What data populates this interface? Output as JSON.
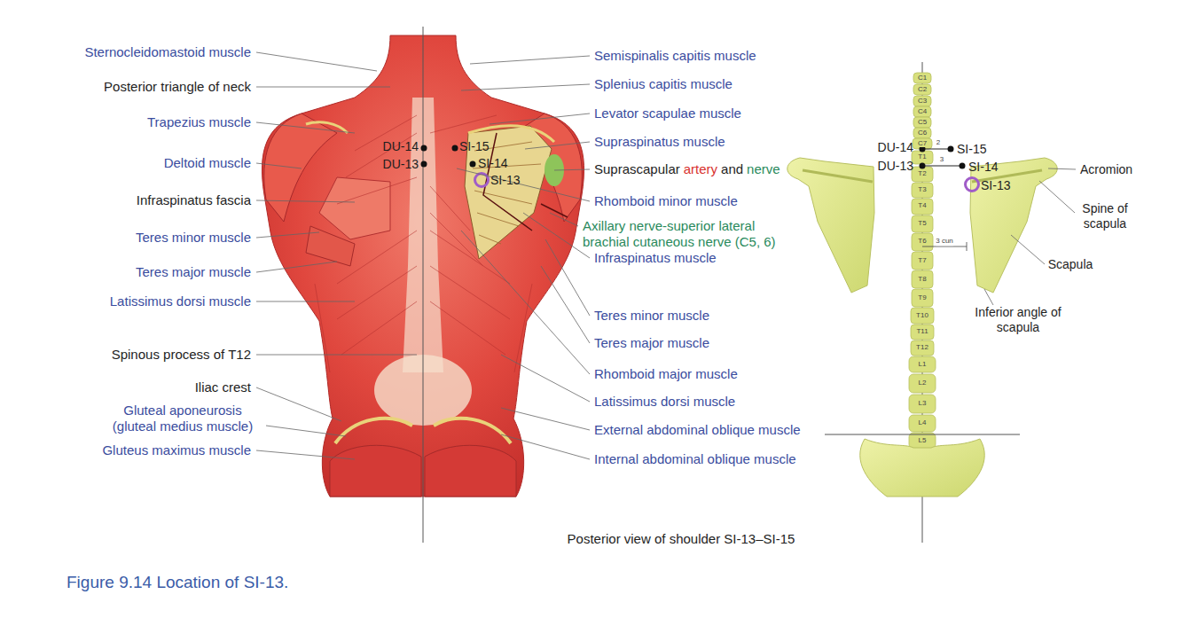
{
  "diagram": {
    "caption": "Figure 9.14 Location of SI-13.",
    "labels": [
      "Sternocleidomastoid muscle",
      "Posterior triangle of neck",
      "Trapezius muscle",
      "Deltoid muscle",
      "Infraspinatus fascia",
      "Teres minor muscle",
      "Teres major muscle",
      "Latissimus dorsi muscle",
      "Spinous process of T12",
      "Iliac crest",
      "Gluteal aponeurosis (gluteal medius muscle)",
      "Gluteus maximus muscle",
      "Semispinalis capitis muscle",
      "Splenius capitis muscle",
      "Levator scapulae muscle",
      "Supraspinatus muscle",
      "Suprascapular",
      "artery",
      "and",
      "nerve",
      "Rhomboid minor muscle",
      "Axillary nerve-superior lateral brachial cutaneous nerve (C5, 6)",
      "Infraspinatus muscle",
      "Teres minor muscle",
      "Teres major muscle",
      "Rhomboid major muscle",
      "Latissimus dorsi muscle",
      "External abdominal oblique muscle",
      "Internal abdominal oblique muscle",
      "DU-14",
      "DU-13",
      "SI-15",
      "SI-14",
      "SI-13",
      "Posterior view of shoulder SI-13–SI-15",
      "DU-14",
      "DU-13",
      "SI-15",
      "SI-14",
      "SI-13",
      "2",
      "3",
      "3 cun",
      "Acromion",
      "Spine of scapula",
      "Scapula",
      "Inferior angle of scapula",
      "C1",
      "C2",
      "C3",
      "C4",
      "C5",
      "C6",
      "C7",
      "T1",
      "T2",
      "T3",
      "T4",
      "T5",
      "T6",
      "T7",
      "T8",
      "T9",
      "T10",
      "T11",
      "T12",
      "L1",
      "L2",
      "L3",
      "L4",
      "L5"
    ]
  }
}
